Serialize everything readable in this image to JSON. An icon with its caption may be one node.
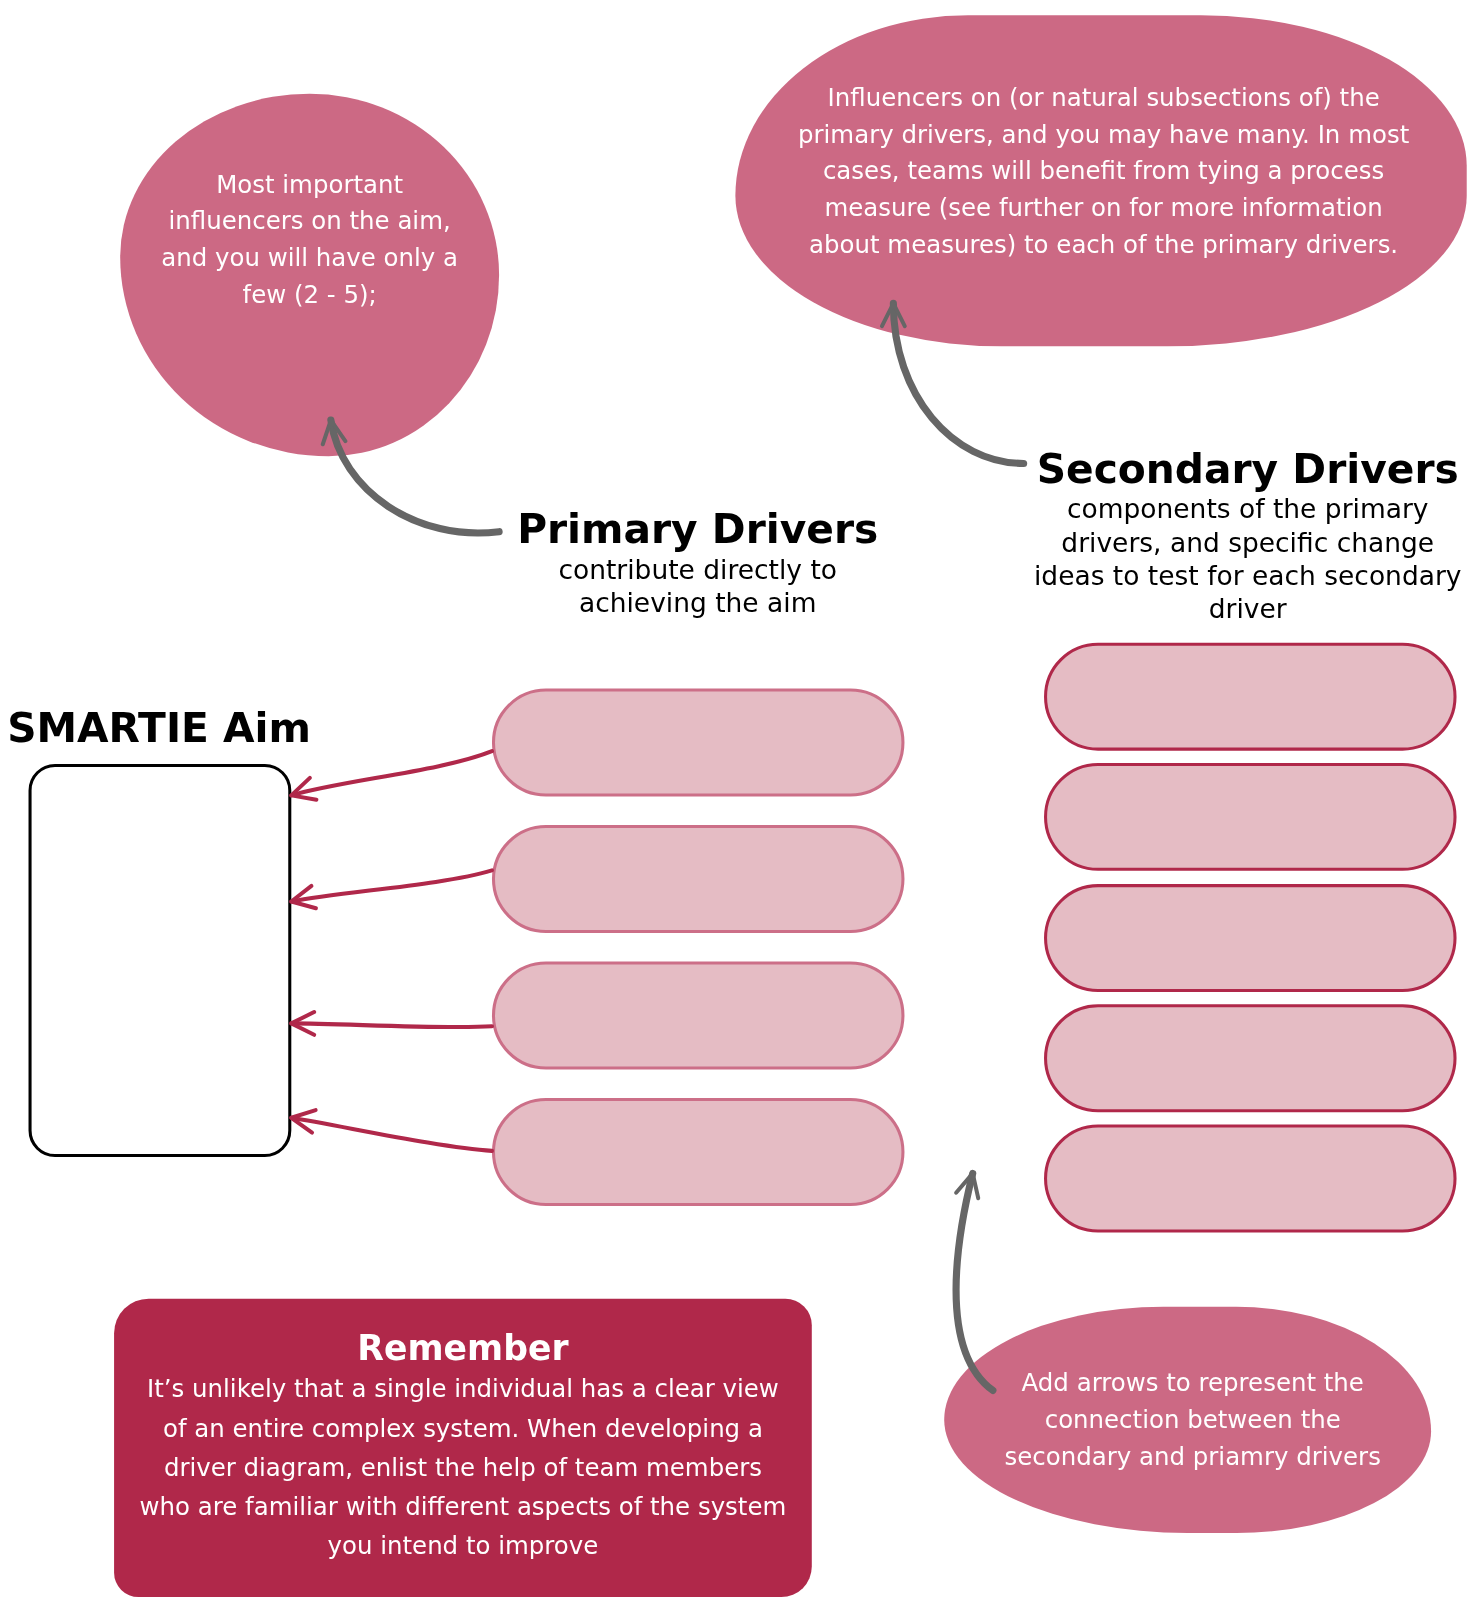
{
  "diagram": {
    "nodes": [
      {
        "text": [
          "Most important influencers on the aim, and you will have only a few (2 - 5);"
        ]
      },
      {
        "text": [
          "Influencers on (or natural subsections of) the primary drivers, and you may have many. In most cases, teams will benefit from tying a process measure (see further on for more information about measures) to each of the primary drivers."
        ]
      },
      {
        "text": [
          "Primary Drivers",
          "contribute directly to achieving the aim"
        ]
      },
      {
        "text": [
          "Secondary Drivers",
          "components of the primary drivers, and specific change ideas to test for each secondary driver"
        ]
      },
      {
        "text": [
          "SMARTIE Aim"
        ]
      },
      {
        "text": [],
        "shape": "box"
      },
      {
        "text": [],
        "shape": "box"
      },
      {
        "text": [],
        "shape": "box"
      },
      {
        "text": [],
        "shape": "box"
      },
      {
        "text": [],
        "shape": "box"
      },
      {
        "text": [],
        "shape": "box"
      },
      {
        "text": [],
        "shape": "box"
      },
      {
        "text": [],
        "shape": "box"
      },
      {
        "text": [],
        "shape": "box"
      },
      {
        "text": [
          "Remember",
          "It’s unlikely that a single individual has a clear view of an entire complex system. When developing a driver diagram, enlist the help of team members who are familiar with different aspects of the system you intend to improve"
        ]
      },
      {
        "text": [
          "Add arrows to represent the connection between the secondary and priamry drivers"
        ]
      }
    ],
    "edges": [
      {
        "from": 2,
        "to": 0,
        "arrow": "to",
        "color": "#666666"
      },
      {
        "from": 3,
        "to": 1,
        "arrow": "to",
        "color": "#666666"
      },
      {
        "from": 5,
        "to": 4,
        "arrow": "to"
      },
      {
        "from": 6,
        "to": 4,
        "arrow": "to"
      },
      {
        "from": 7,
        "to": 4,
        "arrow": "to"
      },
      {
        "from": 8,
        "to": 4,
        "arrow": "to"
      },
      {
        "from": 15,
        "to": null,
        "arrow": "to",
        "color": "#666666"
      }
    ]
  }
}
